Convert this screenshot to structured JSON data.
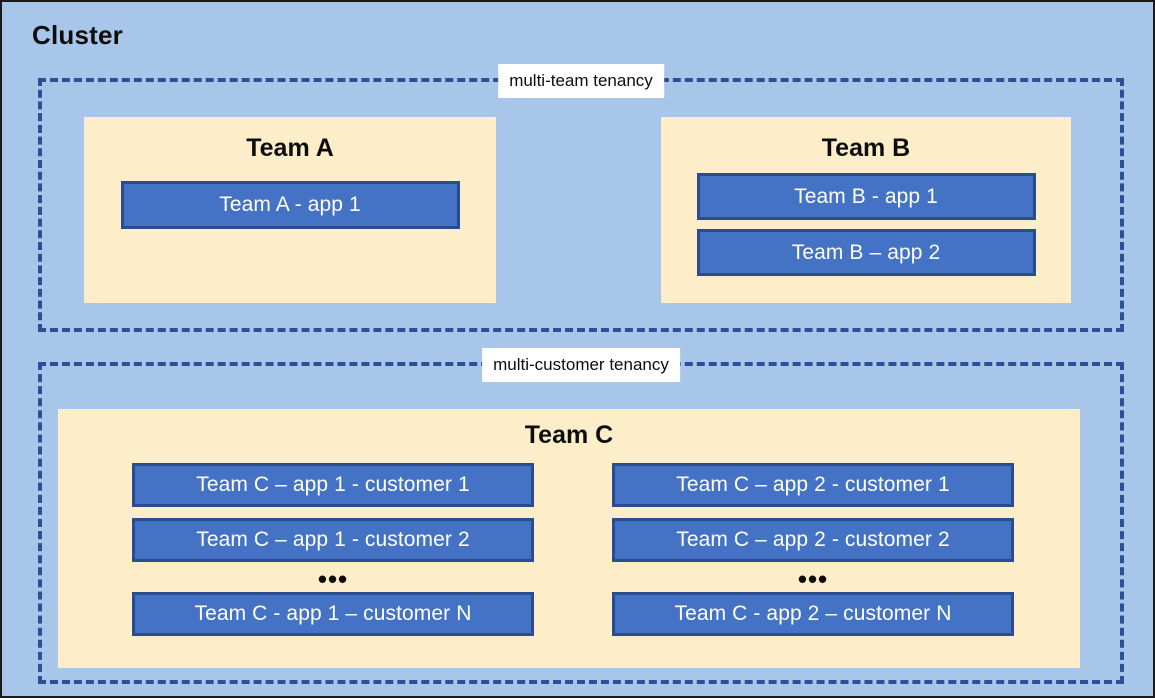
{
  "cluster": {
    "title": "Cluster",
    "background_color": "#a8c6ea",
    "border_color": "#1a1a1a"
  },
  "colors": {
    "panel_fill": "#fdeec9",
    "app_fill": "#4472c4",
    "app_border": "#2a4d8f",
    "dashed_border": "#2d4f96",
    "label_background": "#ffffff",
    "text_dark": "#0d0d0d",
    "text_light": "#ffffff"
  },
  "zones": [
    {
      "id": "multi-team",
      "label": "multi-team tenancy",
      "teams": [
        {
          "id": "team-a",
          "title": "Team A",
          "apps": [
            {
              "label": "Team A - app 1"
            }
          ]
        },
        {
          "id": "team-b",
          "title": "Team B",
          "apps": [
            {
              "label": "Team B - app 1"
            },
            {
              "label": "Team B – app 2"
            }
          ]
        }
      ]
    },
    {
      "id": "multi-customer",
      "label": "multi-customer tenancy",
      "teams": [
        {
          "id": "team-c",
          "title": "Team C",
          "columns": [
            {
              "id": "team-c-app-1",
              "apps": [
                {
                  "label": "Team C – app 1 - customer 1"
                },
                {
                  "label": "Team C – app 1 - customer 2"
                }
              ],
              "ellipsis": "•••",
              "last_app": {
                "label": "Team C - app 1 – customer N"
              }
            },
            {
              "id": "team-c-app-2",
              "apps": [
                {
                  "label": "Team C – app 2 - customer 1"
                },
                {
                  "label": "Team C – app 2 - customer 2"
                }
              ],
              "ellipsis": "•••",
              "last_app": {
                "label": "Team C - app 2 – customer N"
              }
            }
          ]
        }
      ]
    }
  ]
}
